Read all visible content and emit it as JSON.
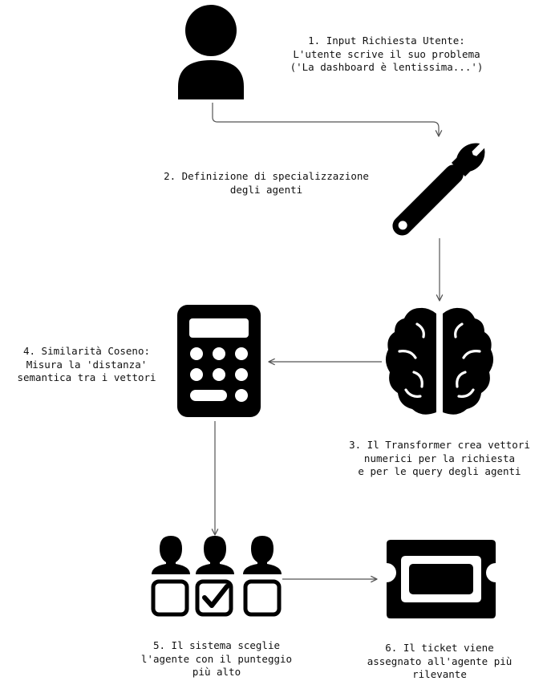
{
  "colors": {
    "icon": "#000000",
    "arrow": "#555555",
    "text": "#111111",
    "background": "#ffffff"
  },
  "nodes": [
    {
      "id": "user",
      "icon": "user-icon",
      "lines": [
        "1. Input Richiesta Utente:",
        "L'utente scrive il suo problema",
        "('La dashboard è lentissima...')"
      ]
    },
    {
      "id": "wrench",
      "icon": "wrench-icon",
      "lines": [
        "2. Definizione di specializzazione",
        "degli agenti"
      ]
    },
    {
      "id": "brain",
      "icon": "brain-icon",
      "lines": [
        "3. Il Transformer crea vettori",
        "numerici per la richiesta",
        "e per le query degli agenti"
      ]
    },
    {
      "id": "calculator",
      "icon": "calculator-icon",
      "lines": [
        "4. Similarità Coseno:",
        "Misura la 'distanza'",
        "semantica tra i vettori"
      ]
    },
    {
      "id": "agents",
      "icon": "agents-checkbox-icon",
      "lines": [
        "5. Il sistema sceglie",
        "l'agente con il punteggio",
        "più alto"
      ]
    },
    {
      "id": "ticket",
      "icon": "ticket-icon",
      "lines": [
        "6. Il ticket viene",
        "assegnato all'agente più",
        "rilevante"
      ]
    }
  ]
}
